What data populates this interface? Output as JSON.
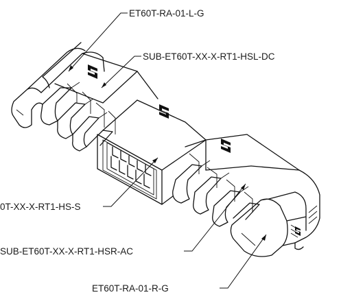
{
  "callouts": {
    "ra_left": "ET60T-RA-01-L-G",
    "hsl_dc": "SUB-ET60T-XX-X-RT1-HSL-DC",
    "hs_s": "0T-XX-X-RT1-HS-S",
    "hsr_ac": "SUB-ET60T-XX-X-RT1-HSR-AC",
    "ra_right": "ET60T-RA-01-R-G"
  }
}
